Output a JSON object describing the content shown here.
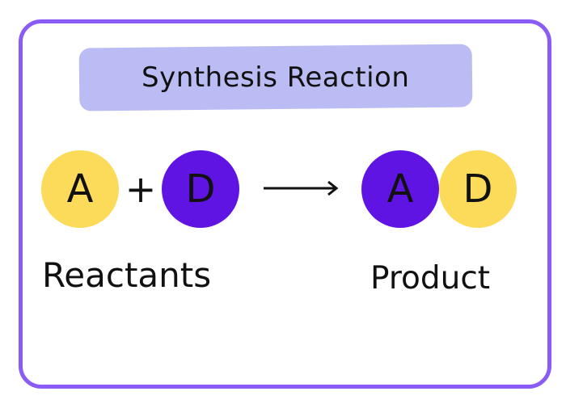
{
  "title": "Synthesis Reaction",
  "reactants": {
    "first": {
      "letter": "A",
      "color": "#fddb5a"
    },
    "operator": "+",
    "second": {
      "letter": "D",
      "color": "#5f14e4"
    },
    "label": "Reactants"
  },
  "product": {
    "first": {
      "letter": "A",
      "color": "#5f14e4"
    },
    "second": {
      "letter": "D",
      "color": "#fddb5a"
    },
    "label": "Product"
  },
  "colors": {
    "frame_border": "#8a5cf5",
    "title_background": "#bcbcf5",
    "text": "#111111"
  }
}
